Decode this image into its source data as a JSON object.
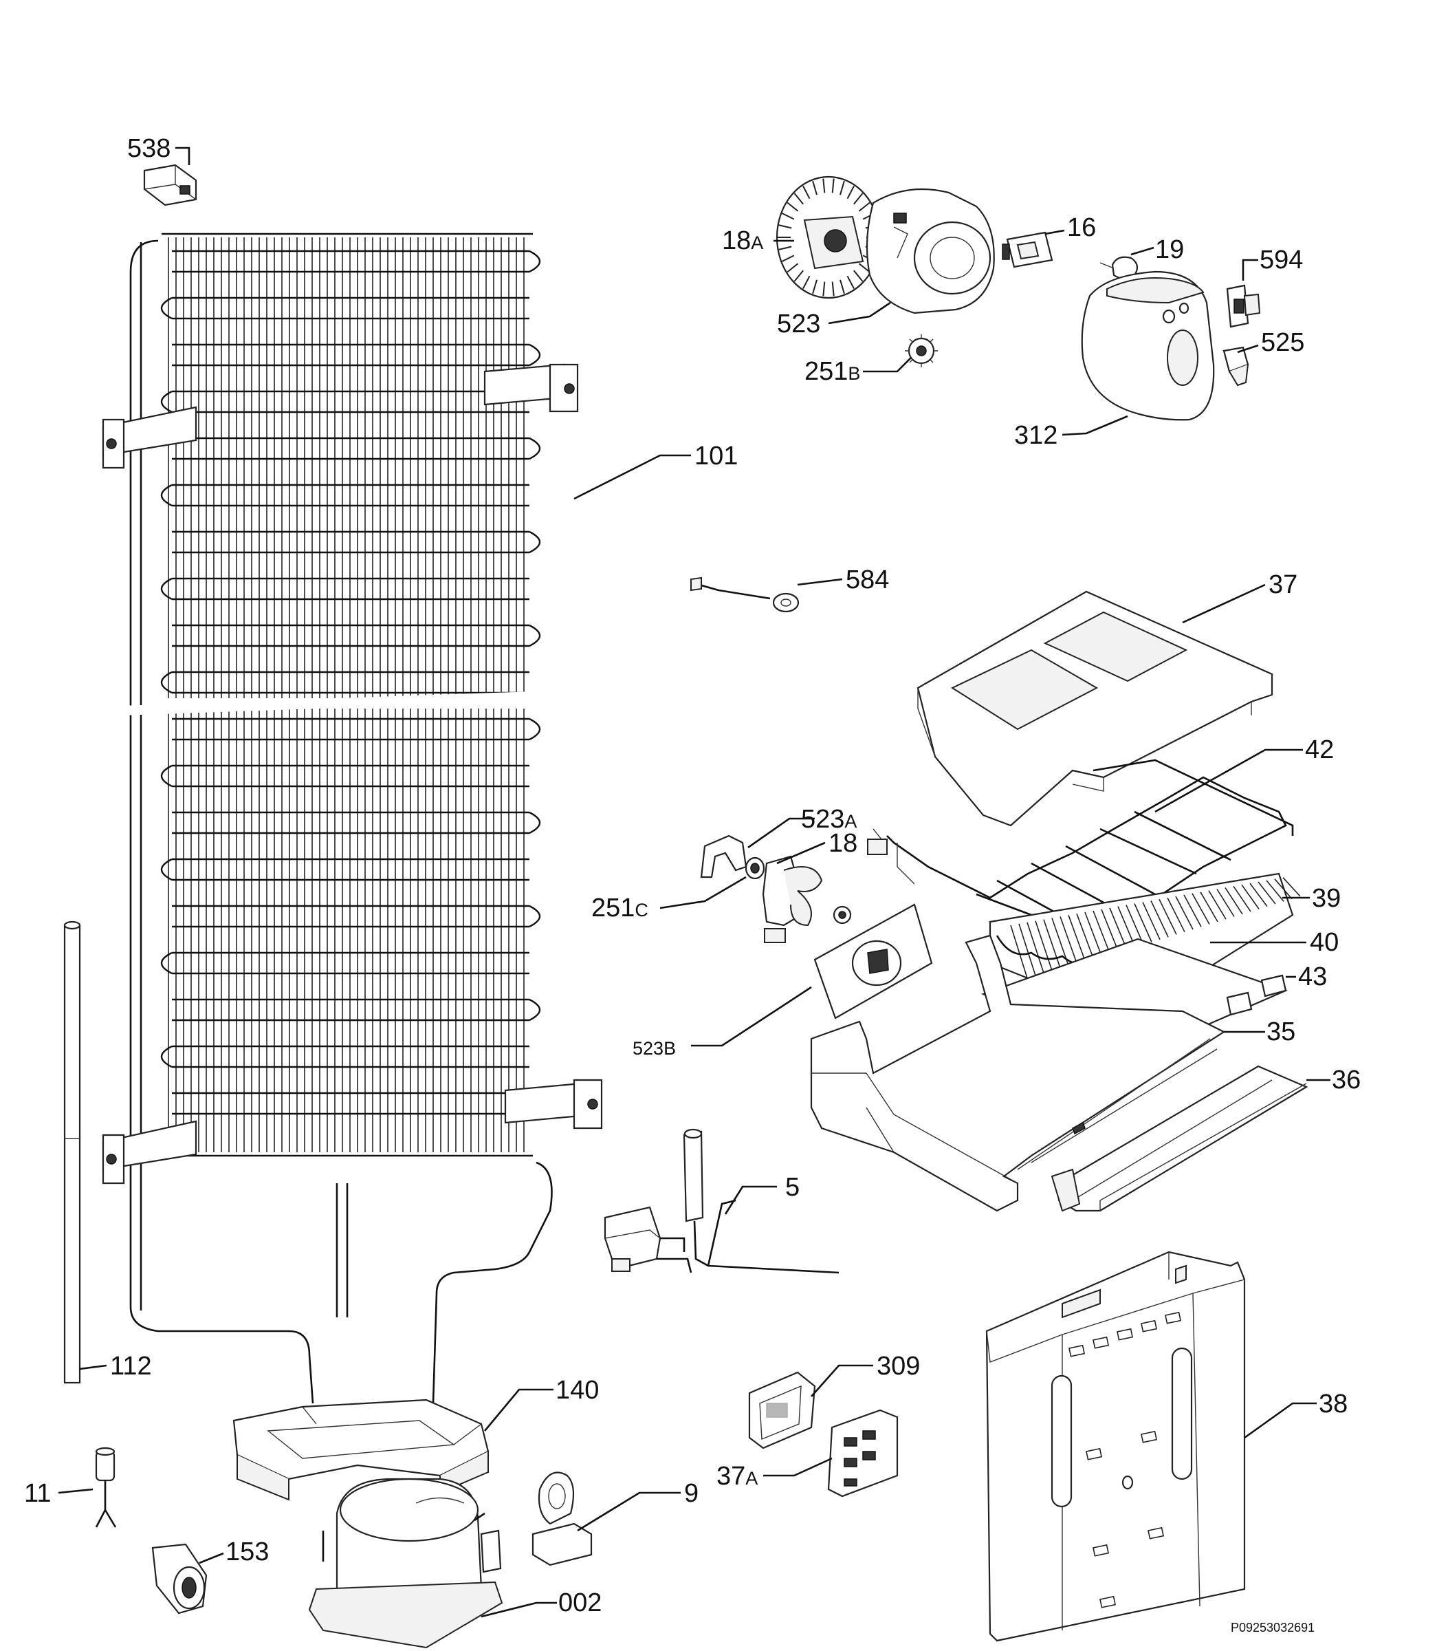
{
  "labels": {
    "p538": "538",
    "p18": "18",
    "p18_sub": "A",
    "p523": "523",
    "p251": "251",
    "p251b_sub": "B",
    "p16": "16",
    "p19": "19",
    "p594": "594",
    "p525": "525",
    "p312": "312",
    "p101": "101",
    "p584": "584",
    "p37": "37",
    "p42": "42",
    "p523a_num": "523",
    "p523a_sub": "A",
    "p18b": "18",
    "p251c_num": "251",
    "p251c_sub": "C",
    "p39": "39",
    "p40": "40",
    "p43": "43",
    "p523b_num": "523",
    "p523b_sub": "B",
    "p35": "35",
    "p36": "36",
    "p5": "5",
    "p112": "112",
    "p309": "309",
    "p38": "38",
    "p140": "140",
    "p9": "9",
    "p37a_num": "37",
    "p37a_sub": "A",
    "p11": "11",
    "p153": "153",
    "p002": "002"
  },
  "reference_code": "P09253032691"
}
